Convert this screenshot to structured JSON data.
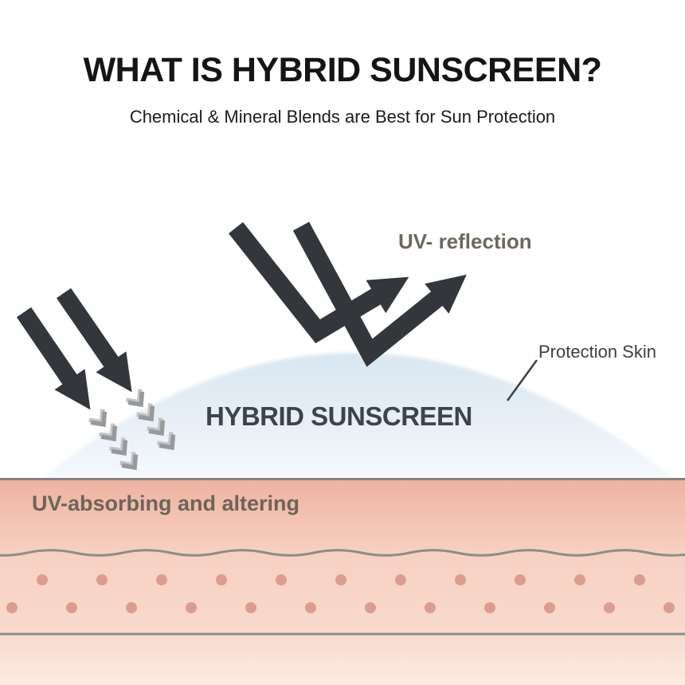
{
  "header": {
    "title": "WHAT IS HYBRID SUNSCREEN?",
    "subtitle": "Chemical & Mineral Blends are Best for Sun Protection"
  },
  "diagram": {
    "reflection_label": "UV- reflection",
    "protection_label": "Protection Skin",
    "dome_label": "HYBRID SUNSCREEN",
    "absorb_label": "UV-absorbing and altering"
  },
  "colors": {
    "title": "#151515",
    "subtitle": "#1c1c1c",
    "arrow": "#33373b",
    "dome_top": "#d9e6f1",
    "dome_bottom": "#f5f9fc",
    "dome_label": "#3c434b",
    "reflection_label": "#6d675c",
    "protection_label": "#3b4046",
    "absorb_label": "#6c6559",
    "chevron": "#97999b",
    "skin_top": "#eeb29f",
    "skin_mid1": "#f7d0c2",
    "skin_mid2": "#f9dacd",
    "skin_bottom": "#fdebe2",
    "skin_line": "#8d8d89",
    "dot": "#db9d8f"
  }
}
